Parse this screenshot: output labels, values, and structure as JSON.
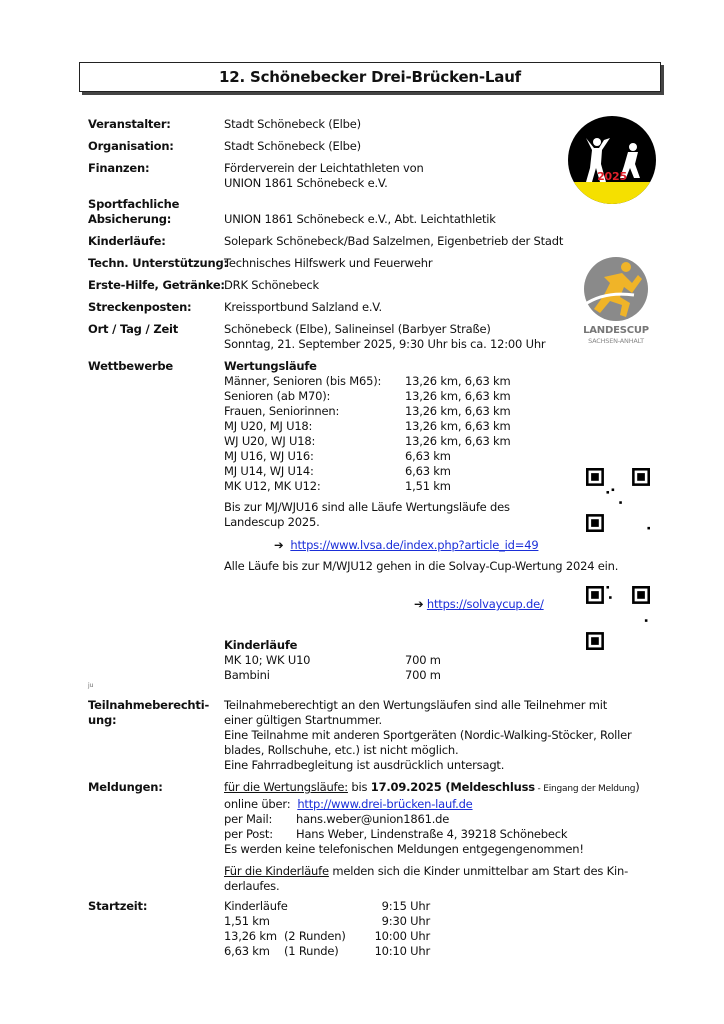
{
  "title": "12. Schönebecker Drei-Brücken-Lauf",
  "rows": {
    "veranstalter": {
      "label": "Veranstalter:",
      "value": "Stadt Schönebeck (Elbe)"
    },
    "organisation": {
      "label": "Organisation:",
      "value": "Stadt Schönebeck (Elbe)"
    },
    "finanzen": {
      "label": "Finanzen:",
      "value1": "Förderverein der Leichtathleten von",
      "value2": "UNION 1861 Schönebeck e.V."
    },
    "absicherung": {
      "label1": "Sportfachliche",
      "label2": "Absicherung:",
      "value": "UNION 1861 Schönebeck e.V., Abt. Leichtathletik"
    },
    "kinderlaeufe": {
      "label": "Kinderläufe:",
      "value": "Solepark Schönebeck/Bad Salzelmen, Eigenbetrieb der Stadt"
    },
    "technik": {
      "label": "Techn. Unterstützung:",
      "value": "Technisches Hilfswerk und Feuerwehr"
    },
    "erstehilfe": {
      "label": "Erste-Hilfe, Getränke:",
      "value": "DRK Schönebeck"
    },
    "strecke": {
      "label": "Streckenposten:",
      "value": "Kreissportbund Salzland e.V."
    },
    "ort": {
      "label": "Ort / Tag / Zeit",
      "value1": "Schönebeck (Elbe), Salineinsel (Barbyer Straße)",
      "value2": "Sonntag, 21. September 2025, 9:30 Uhr bis ca. 12:00 Uhr"
    }
  },
  "wettbewerbe": {
    "label": "Wettbewerbe",
    "heading": "Wertungsläufe",
    "items": [
      {
        "name": "Männer, Senioren (bis M65):",
        "dist": "13,26 km, 6,63 km"
      },
      {
        "name": "Senioren (ab M70):",
        "dist": "13,26 km, 6,63 km"
      },
      {
        "name": "Frauen, Seniorinnen:",
        "dist": "13,26 km, 6,63 km"
      },
      {
        "name": "MJ U20, MJ U18:",
        "dist": "13,26 km, 6,63 km"
      },
      {
        "name": "WJ U20, WJ U18:",
        "dist": "13,26 km, 6,63 km"
      },
      {
        "name": "MJ U16, WJ U16:",
        "dist": "6,63 km"
      },
      {
        "name": "MJ U14, WJ U14:",
        "dist": "6,63 km"
      },
      {
        "name": "MK U12, MK U12:",
        "dist": "1,51 km"
      }
    ],
    "note1": "Bis zur MJ/WJU16 sind alle Läufe Wertungsläufe des",
    "note2": "Landescup 2025.",
    "arrow": "➔",
    "link1": "https://www.lvsa.de/index.php?article_id=49",
    "note3": "Alle Läufe bis zur M/WJU12 gehen in die Solvay-Cup-Wertung 2024 ein.",
    "link2": "https://solvaycup.de/",
    "kids_heading": "Kinderläufe",
    "kids": [
      {
        "name": "MK 10; WK U10",
        "dist": "700 m"
      },
      {
        "name": "Bambini",
        "dist": "700 m"
      }
    ]
  },
  "ju": "ju",
  "teilnahme": {
    "label1": "Teilnahmeberechti-",
    "label2": "ung:",
    "lines": [
      "Teilnahmeberechtigt an den Wertungsläufen sind alle Teilnehmer mit",
      "einer gültigen Startnummer.",
      "Eine Teilnahme mit anderen Sportgeräten (Nordic-Walking-Stöcker, Roller",
      "blades, Rollschuhe, etc.) ist nicht möglich.",
      "Eine Fahrradbegleitung ist ausdrücklich untersagt."
    ]
  },
  "meldungen": {
    "label": "Meldungen:",
    "u1": "für die Wertungsläufe:",
    "t1": " bis ",
    "deadline": "17.09.2025 (Meldeschluss",
    "small": " - Eingang der Meldung",
    "close": ")",
    "online": "online über:",
    "url": "http://www.drei-brücken-lauf.de",
    "mail_label": "per Mail:",
    "mail": "hans.weber@union1861.de",
    "post_label": "per Post:",
    "post": "Hans Weber, Lindenstraße 4, 39218 Schönebeck",
    "phone": "Es werden keine telefonischen Meldungen entgegengenommen!",
    "kids_u": "Für die Kinderläufe",
    "kids1": " melden sich die Kinder unmittelbar am Start des Kin-",
    "kids2": "derlaufes."
  },
  "startzeit": {
    "label": "Startzeit:",
    "items": [
      {
        "a": "Kinderläufe",
        "b": "",
        "t": "9:15 Uhr"
      },
      {
        "a": "1,51 km",
        "b": "",
        "t": "9:30 Uhr"
      },
      {
        "a": "13,26 km",
        "b": "(2 Runden)",
        "t": "10:00 Uhr"
      },
      {
        "a": "6,63 km",
        "b": "(1 Runde)",
        "t": "10:10 Uhr"
      }
    ]
  },
  "logos": {
    "event_year": "2025",
    "landescup1": "LANDESCUP",
    "landescup2": "SACHSEN-ANHALT"
  },
  "colors": {
    "link": "#1a2ed8",
    "logo_yellow": "#f5e000",
    "logo_red": "#e0202a",
    "landescup_gray": "#8a8a8a",
    "landescup_gold": "#f0b428"
  }
}
